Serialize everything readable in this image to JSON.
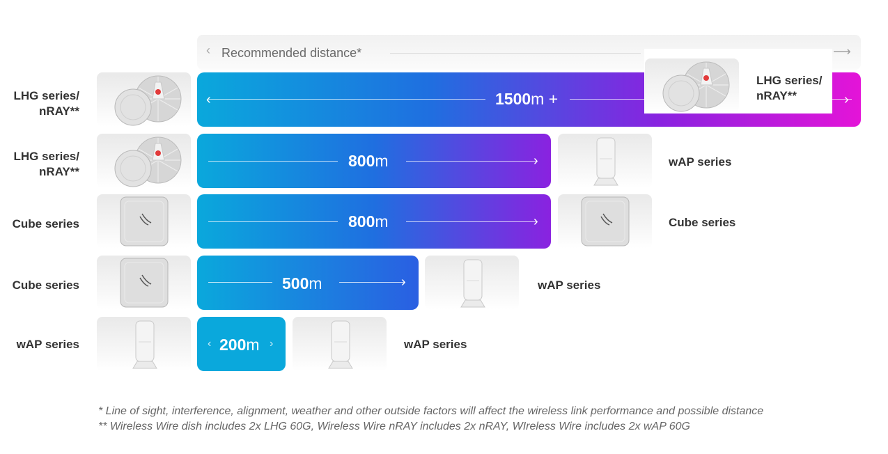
{
  "header": {
    "label": "Recommended distance*",
    "left_chevron": "‹",
    "right_arrow": "⟶"
  },
  "rows": [
    {
      "source": "LHG series/ nRAY**",
      "source_lines": [
        "LHG series/",
        "nRAY**"
      ],
      "distance_value": "1500",
      "distance_unit": "m +",
      "target": "LHG series/ nRAY**",
      "target_lines": [
        "LHG series/",
        "nRAY**"
      ]
    },
    {
      "source": "LHG series/ nRAY**",
      "source_lines": [
        "LHG series/",
        "nRAY**"
      ],
      "distance_value": "800",
      "distance_unit": "m",
      "target": "wAP series"
    },
    {
      "source": "Cube series",
      "distance_value": "800",
      "distance_unit": "m",
      "target": "Cube series"
    },
    {
      "source": "Cube series",
      "distance_value": "500",
      "distance_unit": "m",
      "target": "wAP series"
    },
    {
      "source": "wAP series",
      "distance_value": "200",
      "distance_unit": "m",
      "target": "wAP series"
    }
  ],
  "row1_text": {
    "value": "1500",
    "unit": "m +"
  },
  "small_chevrons": {
    "left": "‹",
    "right": "›"
  },
  "footnotes": [
    "* Line of sight, interference, alignment, weather and other outside factors will affect the wireless link performance and possible distance",
    "** Wireless Wire dish includes 2x LHG 60G, Wireless Wire nRAY includes 2x nRAY, WIreless Wire includes 2x wAP 60G"
  ],
  "colors": {
    "bar_start": "#0aa8dc",
    "bar_mid": "#1f6fe0",
    "bar_purple": "#8a22e0",
    "bar_end": "#e414d8",
    "label_text": "#333333",
    "footnote_text": "#666666"
  },
  "icons": [
    "lhg-dish-icon",
    "cube-antenna-icon",
    "wap-device-icon"
  ]
}
